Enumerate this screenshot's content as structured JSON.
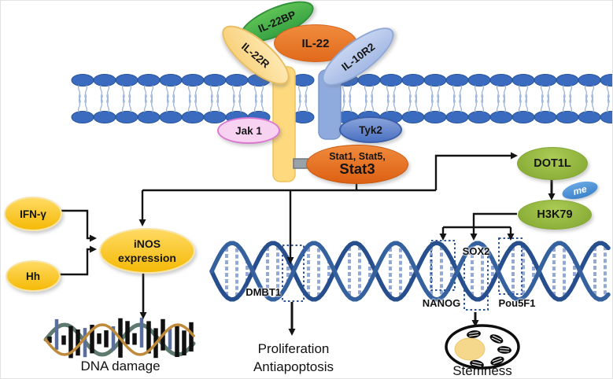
{
  "figure": {
    "receptors": {
      "il22bp": "IL-22BP",
      "il22": "IL-22",
      "il22r": "IL-22R",
      "il10r2": "IL-10R2"
    },
    "kinases": {
      "jak1": "Jak 1",
      "tyk2": "Tyk2"
    },
    "stat": {
      "line1": "Stat1, Stat5,",
      "line2": "Stat3"
    },
    "methylation": {
      "dot1l": "DOT1L",
      "me": "me",
      "h3k79": "H3K79"
    },
    "inos_branch": {
      "ifng": "IFN-γ",
      "hh": "Hh",
      "inos_line1": "iNOS",
      "inos_line2": "expression",
      "outcome": "DNA damage"
    },
    "genes": {
      "dmbt1": "DMBT1",
      "nanog": "NANOG",
      "sox2": "SOX2",
      "pou5f1": "Pou5F1"
    },
    "outcomes": {
      "proliferation": "Proliferation",
      "antiapoptosis": "Antiapoptosis",
      "stemness": "Stemness"
    }
  },
  "colors": {
    "membrane_lipid": "#3a6bbf",
    "membrane_lipid_border": "#27549b",
    "membrane_tail": "#9db4d8",
    "dna_strand_dark": "#274e8d",
    "dna_strand_light": "#35619f",
    "dna_rung": "#93a9d4",
    "damage_strand_orange": "#bf8a3a",
    "damage_strand_green": "#5e7a6e",
    "damage_bar_black": "#101010",
    "damage_bar_slate": "#5a6e9e",
    "green_node": "#8db53e",
    "orange_node": "#ed7d31",
    "yellow_node": "#f5ba07",
    "blue_node": "#4a71c2",
    "light_blue_node": "#a4bae5",
    "pink_node": "#f8d3f1",
    "cream_node": "#f7cd74",
    "me_blue": "#3d83cb",
    "arrow": "#141414",
    "dotted_box": "#2e5597",
    "nucleus_fill": "#f6d88d"
  }
}
